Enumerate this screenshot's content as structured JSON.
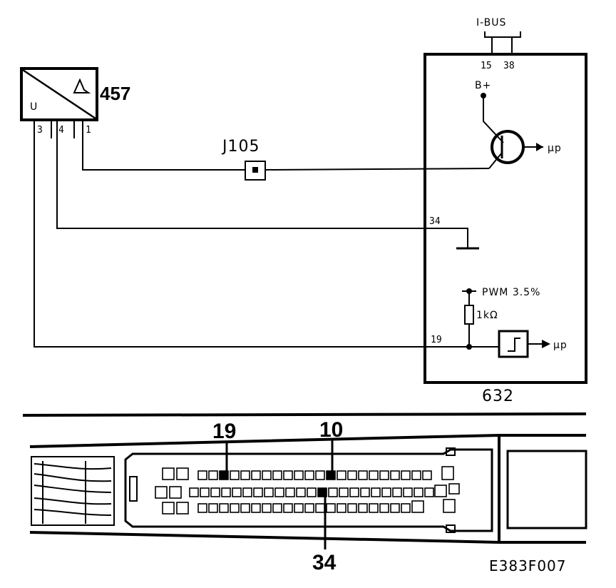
{
  "components": {
    "sensor": {
      "id": "457",
      "pins": [
        "3",
        "4",
        "1"
      ],
      "symbol_text": "U"
    },
    "module": {
      "id": "632"
    },
    "junction": {
      "id": "J105"
    }
  },
  "bus": {
    "label": "I-BUS",
    "pins": [
      "15",
      "38"
    ]
  },
  "module_pins": {
    "ground": "34",
    "signal": "19"
  },
  "labels": {
    "supply": "B+",
    "pwm": "PWM 3.5%",
    "resistor": "1kΩ",
    "micro_1": "µp",
    "micro_2": "µp"
  },
  "connector": {
    "callouts": [
      "19",
      "10",
      "34"
    ]
  },
  "figure_ref": "E383F007"
}
